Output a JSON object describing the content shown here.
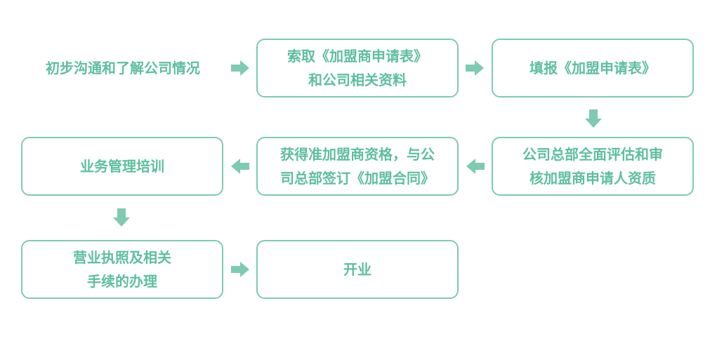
{
  "colors": {
    "text": "#5dbf9e",
    "border": "#7dcbb0",
    "arrow": "#7dcbb0"
  },
  "steps": [
    {
      "id": "step-1",
      "lines": [
        "初步沟通和了解公司情况"
      ]
    },
    {
      "id": "step-2",
      "lines": [
        "索取《加盟商申请表》",
        "和公司相关资料"
      ]
    },
    {
      "id": "step-3",
      "lines": [
        "填报《加盟申请表》"
      ]
    },
    {
      "id": "step-4",
      "lines": [
        "公司总部全面评估和审",
        "核加盟商申请人资质"
      ]
    },
    {
      "id": "step-5",
      "lines": [
        "获得准加盟商资格，与公",
        "司总部签订《加盟合同》"
      ]
    },
    {
      "id": "step-6",
      "lines": [
        "业务管理培训"
      ]
    },
    {
      "id": "step-7",
      "lines": [
        "营业执照及相关",
        "手续的办理"
      ]
    },
    {
      "id": "step-8",
      "lines": [
        "开业"
      ]
    }
  ],
  "arrows": [
    {
      "from": "step-1",
      "to": "step-2",
      "direction": "right"
    },
    {
      "from": "step-2",
      "to": "step-3",
      "direction": "right"
    },
    {
      "from": "step-3",
      "to": "step-4",
      "direction": "down"
    },
    {
      "from": "step-4",
      "to": "step-5",
      "direction": "left"
    },
    {
      "from": "step-5",
      "to": "step-6",
      "direction": "left"
    },
    {
      "from": "step-6",
      "to": "step-7",
      "direction": "down"
    },
    {
      "from": "step-7",
      "to": "step-8",
      "direction": "right"
    }
  ]
}
